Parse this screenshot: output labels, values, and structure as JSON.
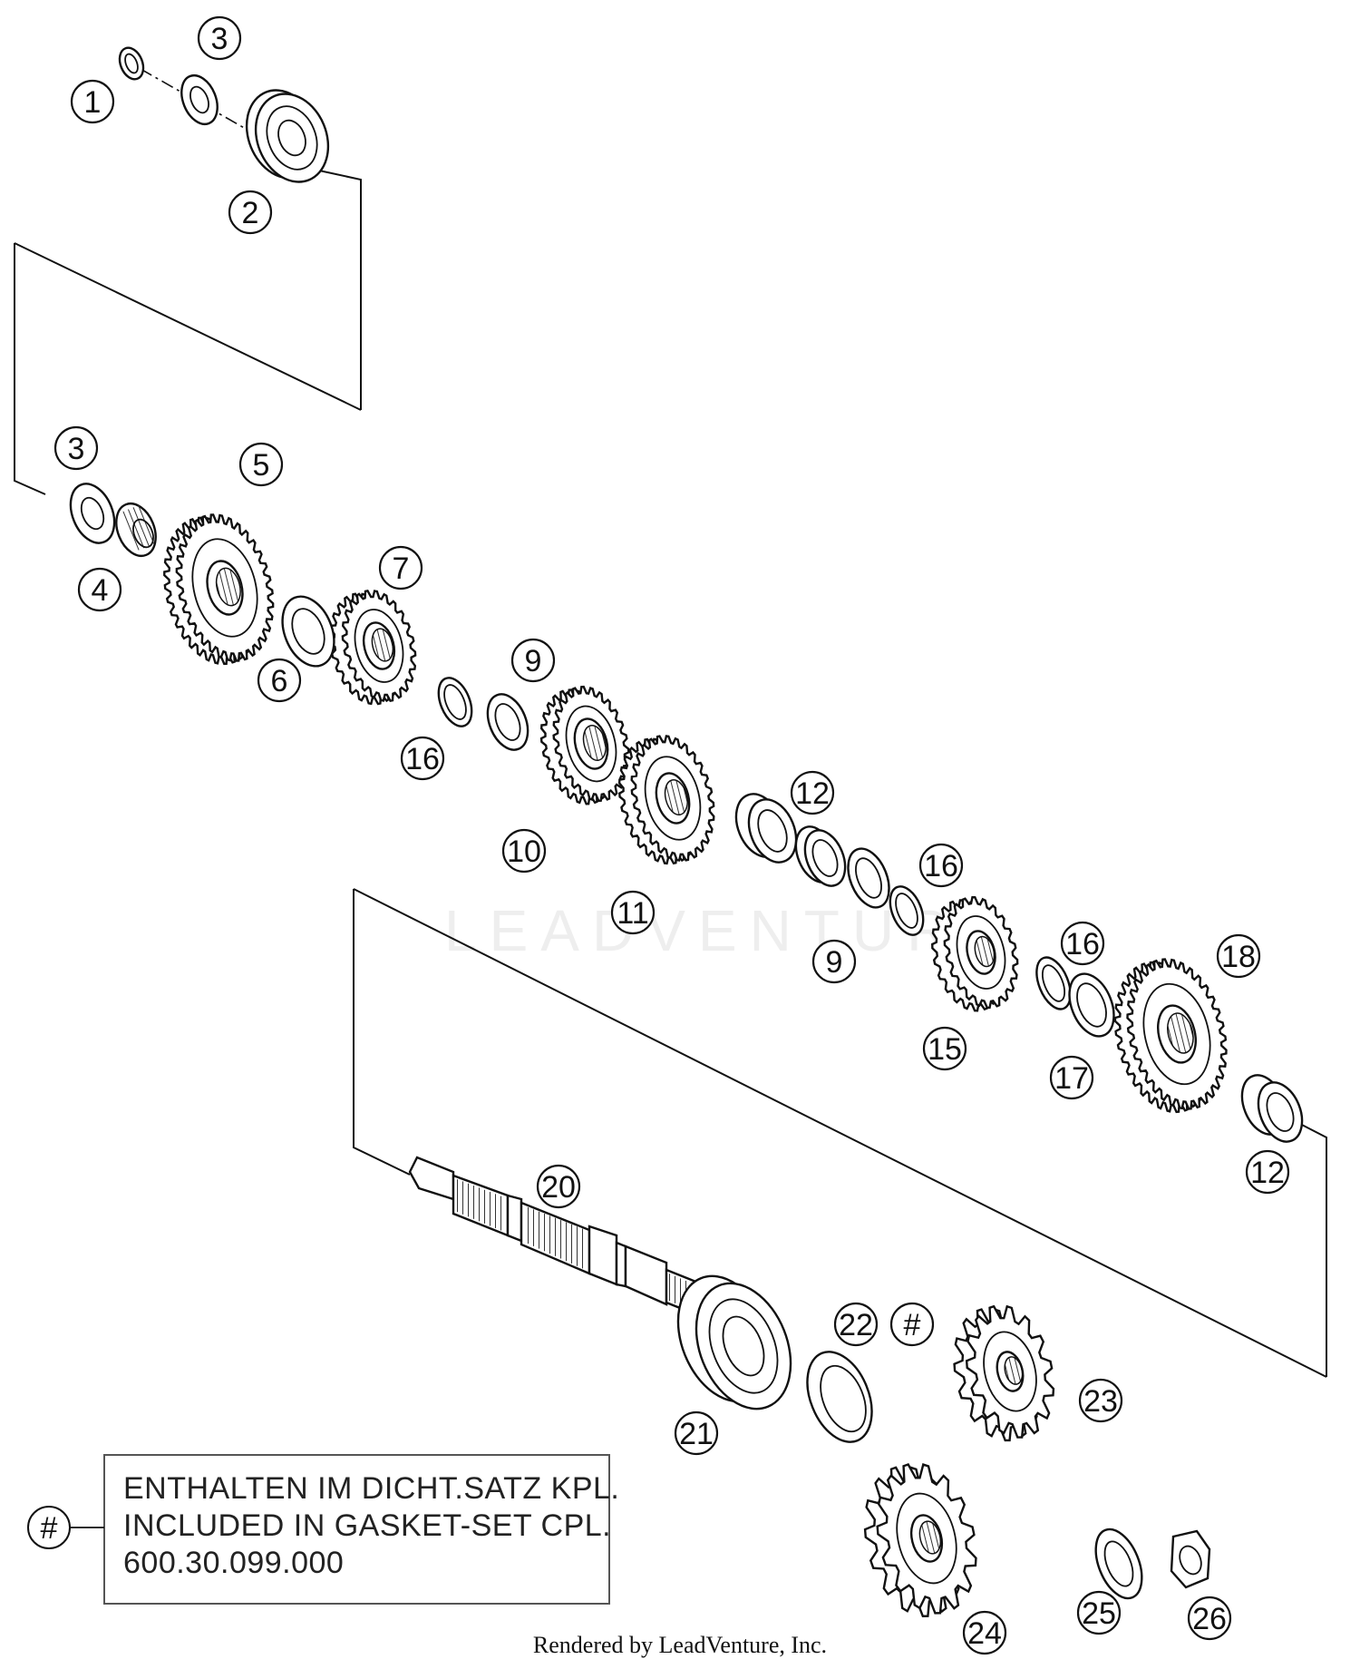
{
  "callouts": [
    {
      "id": "c1",
      "label": "1"
    },
    {
      "id": "c3a",
      "label": "3"
    },
    {
      "id": "c2",
      "label": "2"
    },
    {
      "id": "c3b",
      "label": "3"
    },
    {
      "id": "c5",
      "label": "5"
    },
    {
      "id": "c4",
      "label": "4"
    },
    {
      "id": "c7",
      "label": "7"
    },
    {
      "id": "c6",
      "label": "6"
    },
    {
      "id": "c9a",
      "label": "9"
    },
    {
      "id": "c16a",
      "label": "16"
    },
    {
      "id": "c10",
      "label": "10"
    },
    {
      "id": "c12a",
      "label": "12"
    },
    {
      "id": "c11",
      "label": "11"
    },
    {
      "id": "c16b",
      "label": "16"
    },
    {
      "id": "c9b",
      "label": "9"
    },
    {
      "id": "c16c",
      "label": "16"
    },
    {
      "id": "c18",
      "label": "18"
    },
    {
      "id": "c15",
      "label": "15"
    },
    {
      "id": "c17",
      "label": "17"
    },
    {
      "id": "c12b",
      "label": "12"
    },
    {
      "id": "c20",
      "label": "20"
    },
    {
      "id": "c22",
      "label": "22"
    },
    {
      "id": "chash",
      "label": "#"
    },
    {
      "id": "c21",
      "label": "21"
    },
    {
      "id": "c23",
      "label": "23"
    },
    {
      "id": "c24",
      "label": "24"
    },
    {
      "id": "c25",
      "label": "25"
    },
    {
      "id": "c26",
      "label": "26"
    }
  ],
  "note": {
    "symbol": "#",
    "lines": [
      "ENTHALTEN IM DICHT.SATZ KPL.",
      "INCLUDED IN GASKET-SET CPL.",
      "600.30.099.000"
    ]
  },
  "footer": "Rendered by LeadVenture, Inc.",
  "watermark": "LEADVENTURE"
}
